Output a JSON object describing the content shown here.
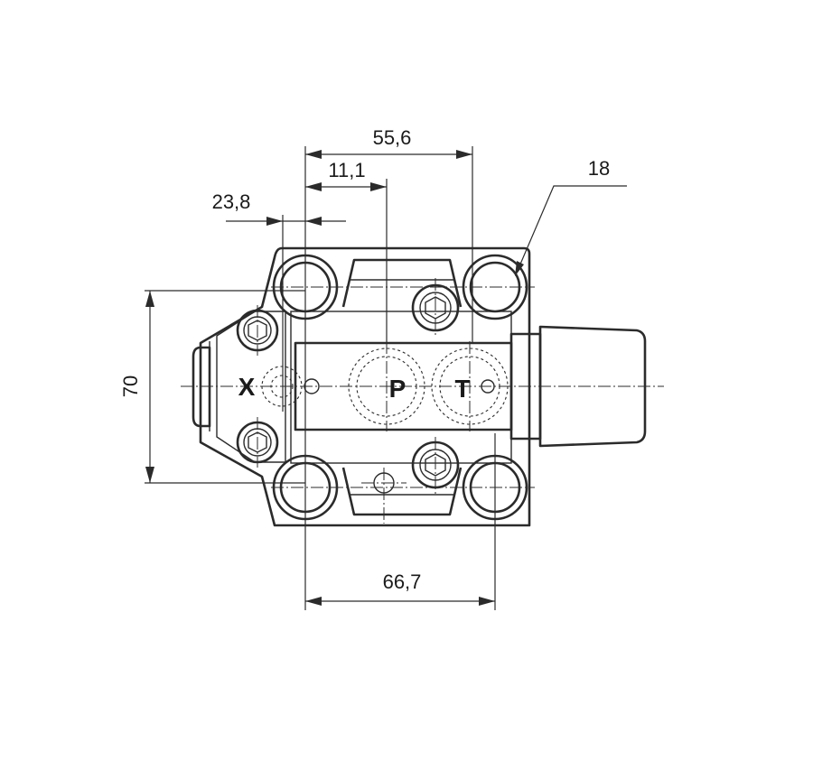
{
  "dimensions": {
    "d_55_6": "55,6",
    "d_11_1": "11,1",
    "d_23_8": "23,8",
    "d_18": "18",
    "d_70": "70",
    "d_66_7": "66,7"
  },
  "ports": {
    "x": "X",
    "p": "P",
    "t": "T"
  }
}
